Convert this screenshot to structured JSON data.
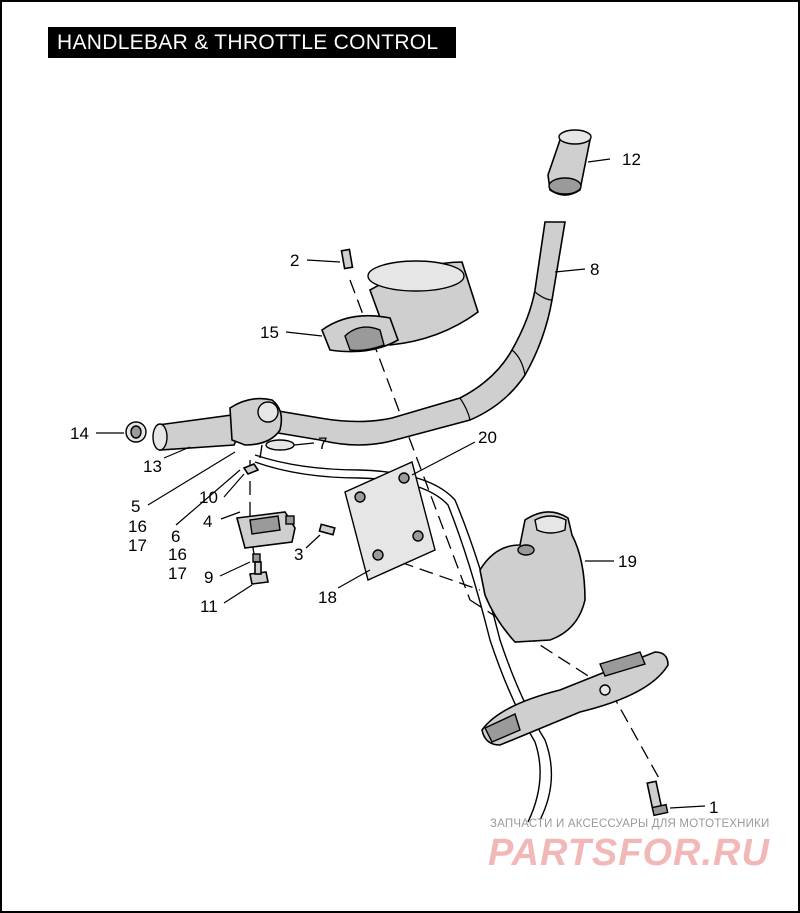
{
  "title": "HANDLEBAR & THROTTLE CONTROL",
  "callouts": {
    "c1": "1",
    "c2": "2",
    "c3": "3",
    "c4": "4",
    "c5": "5",
    "c6": "6",
    "c7": "7",
    "c8": "8",
    "c9": "9",
    "c10": "10",
    "c11": "11",
    "c12": "12",
    "c13": "13",
    "c14": "14",
    "c15": "15",
    "c16a": "16",
    "c16b": "16",
    "c17a": "17",
    "c17b": "17",
    "c18": "18",
    "c19": "19",
    "c20": "20"
  },
  "watermark": {
    "line1": "ЗАПЧАСТИ И АКСЕССУАРЫ ДЛЯ МОТОТЕХНИКИ",
    "logo": "PARTSFOR.RU"
  }
}
